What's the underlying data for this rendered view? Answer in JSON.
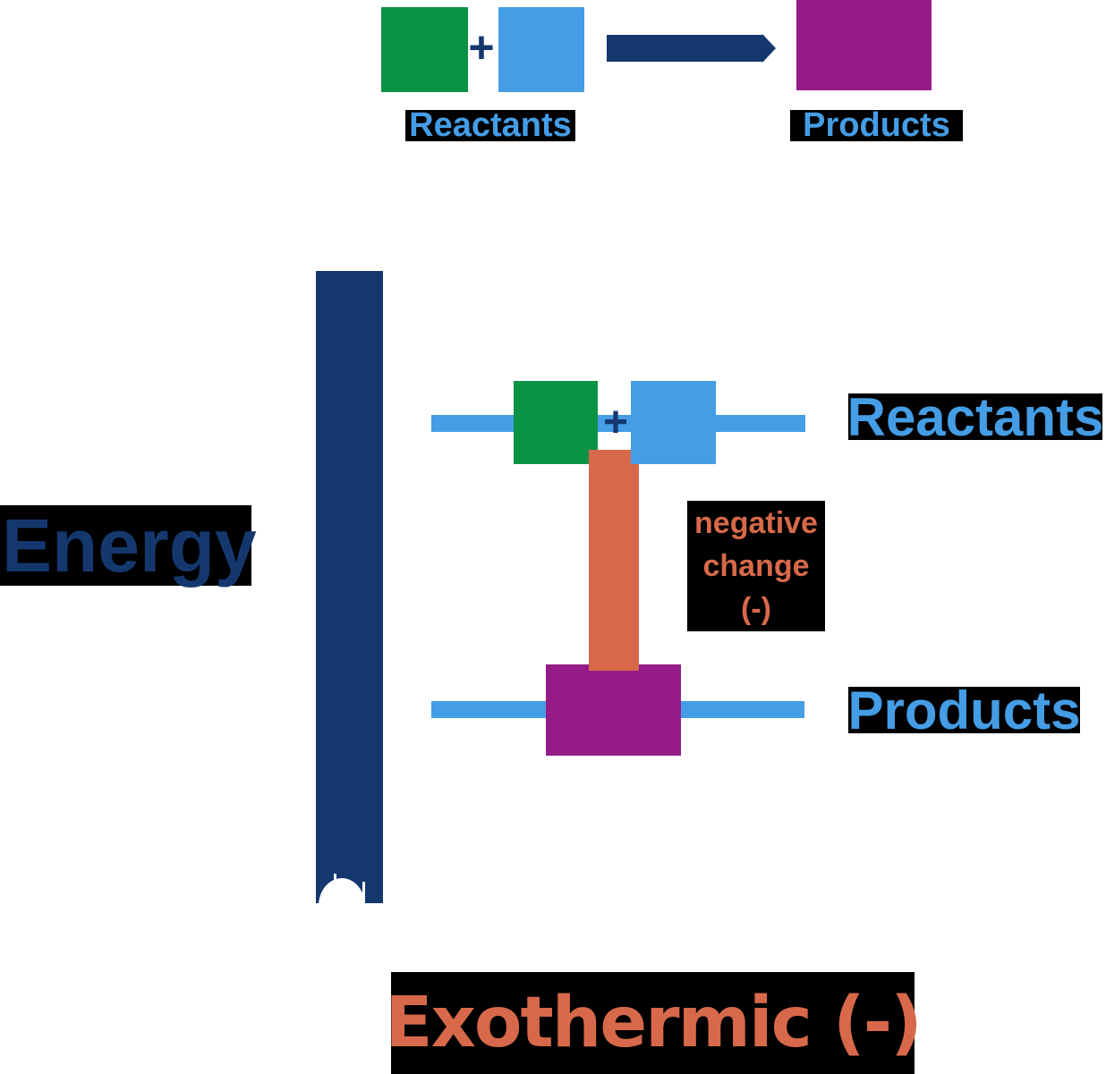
{
  "colors": {
    "navy": "#14386E",
    "blue": "#449DE5",
    "green": "#0A9245",
    "purple": "#951C87",
    "orange": "#D7694A",
    "label_bg": "#000000",
    "background": "#FFFFFF"
  },
  "equation": {
    "plus": "+",
    "reactants_label": "Reactants",
    "products_label": "Products"
  },
  "diagram": {
    "axis_label": "Energy",
    "plus": "+",
    "reactants_level_label": "Reactants",
    "products_level_label": "Products",
    "change_lines": [
      "negative",
      "change",
      "(-)"
    ]
  },
  "caption": {
    "text": "Exothermic (-)"
  }
}
